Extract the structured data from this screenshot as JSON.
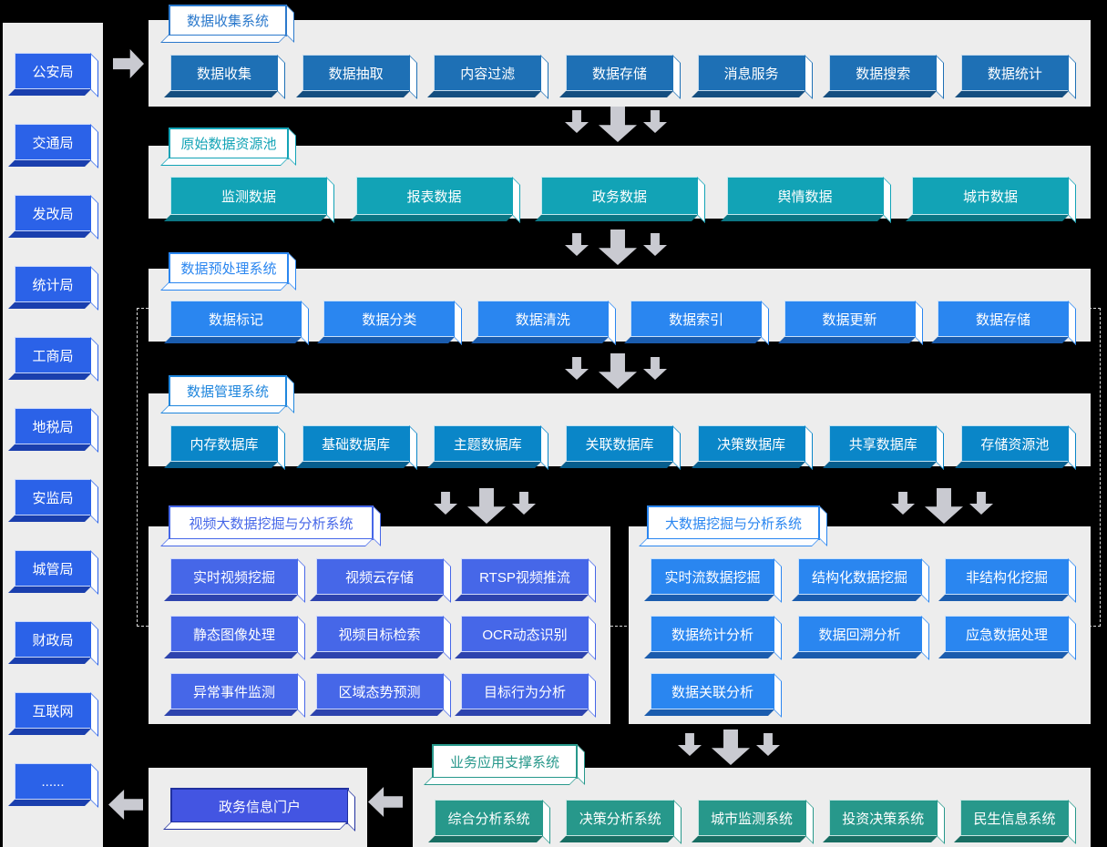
{
  "sidebar": {
    "items": [
      "公安局",
      "交通局",
      "发改局",
      "统计局",
      "工商局",
      "地税局",
      "安监局",
      "城管局",
      "财政局",
      "互联网",
      "......"
    ]
  },
  "sections": {
    "collect": {
      "title": "数据收集系统",
      "items": [
        "数据收集",
        "数据抽取",
        "内容过滤",
        "数据存储",
        "消息服务",
        "数据搜索",
        "数据统计"
      ]
    },
    "pool": {
      "title": "原始数据资源池",
      "items": [
        "监测数据",
        "报表数据",
        "政务数据",
        "舆情数据",
        "城市数据"
      ]
    },
    "preprocess": {
      "title": "数据预处理系统",
      "items": [
        "数据标记",
        "数据分类",
        "数据清洗",
        "数据索引",
        "数据更新",
        "数据存储"
      ]
    },
    "manage": {
      "title": "数据管理系统",
      "items": [
        "内存数据库",
        "基础数据库",
        "主题数据库",
        "关联数据库",
        "决策数据库",
        "共享数据库",
        "存储资源池"
      ]
    },
    "video": {
      "title": "视频大数据挖掘与分析系统",
      "items": [
        "实时视频挖掘",
        "视频云存储",
        "RTSP视频推流",
        "静态图像处理",
        "视频目标检索",
        "OCR动态识别",
        "异常事件监测",
        "区域态势预测",
        "目标行为分析"
      ]
    },
    "bigdata": {
      "title": "大数据挖掘与分析系统",
      "items": [
        "实时流数据挖掘",
        "结构化数据挖掘",
        "非结构化挖掘",
        "数据统计分析",
        "数据回溯分析",
        "应急数据处理",
        "数据关联分析"
      ]
    },
    "support": {
      "title": "业务应用支撑系统",
      "items": [
        "综合分析系统",
        "决策分析系统",
        "城市监测系统",
        "投资决策系统",
        "民生信息系统"
      ]
    },
    "portal": {
      "item": "政务信息门户"
    }
  },
  "icons": {
    "flow_right": "block-arrow-right",
    "flow_down": "block-arrow-down",
    "flow_left": "block-arrow-left"
  },
  "colors": {
    "background": "#000000",
    "panel": "#ededed",
    "arrow": "#c9cad1",
    "sidebar_node": "#2b62e8",
    "collect_node": "#1e70b5",
    "pool_node": "#12a3b6",
    "preprocess_node": "#2a86f0",
    "manage_node": "#0a86c8",
    "video_node": "#4667e8",
    "bigdata_node": "#2a86f0",
    "support_node": "#27988b",
    "portal_node": "#4355e2"
  }
}
